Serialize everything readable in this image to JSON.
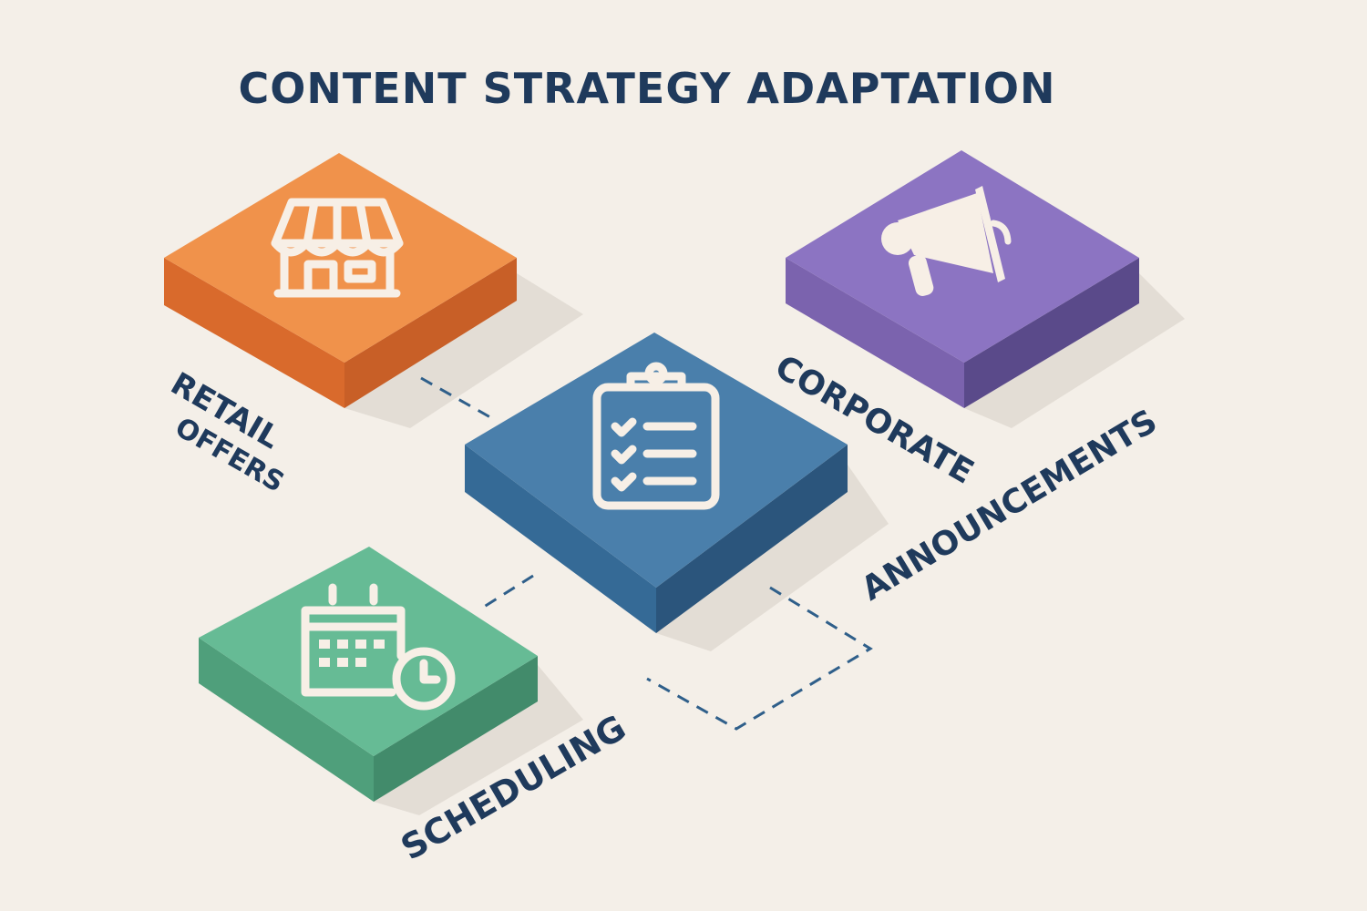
{
  "title": "CONTENT STRATEGY ADAPTATION",
  "nodes": [
    {
      "id": "retail",
      "label_line1": "RETAIL",
      "label_line2": "OFFERS",
      "icon": "storefront-icon",
      "color": "#ee8a45"
    },
    {
      "id": "corporate",
      "label_line1": "CORPORATE",
      "label_line2": "ANNOUNCEMENTS",
      "icon": "megaphone-icon",
      "color": "#8a6fbd"
    },
    {
      "id": "center",
      "icon": "clipboard-checklist-icon",
      "color": "#3f74a0"
    },
    {
      "id": "scheduling",
      "label_line1": "SCHEDULING",
      "icon": "calendar-clock-icon",
      "color": "#5db58e"
    }
  ]
}
